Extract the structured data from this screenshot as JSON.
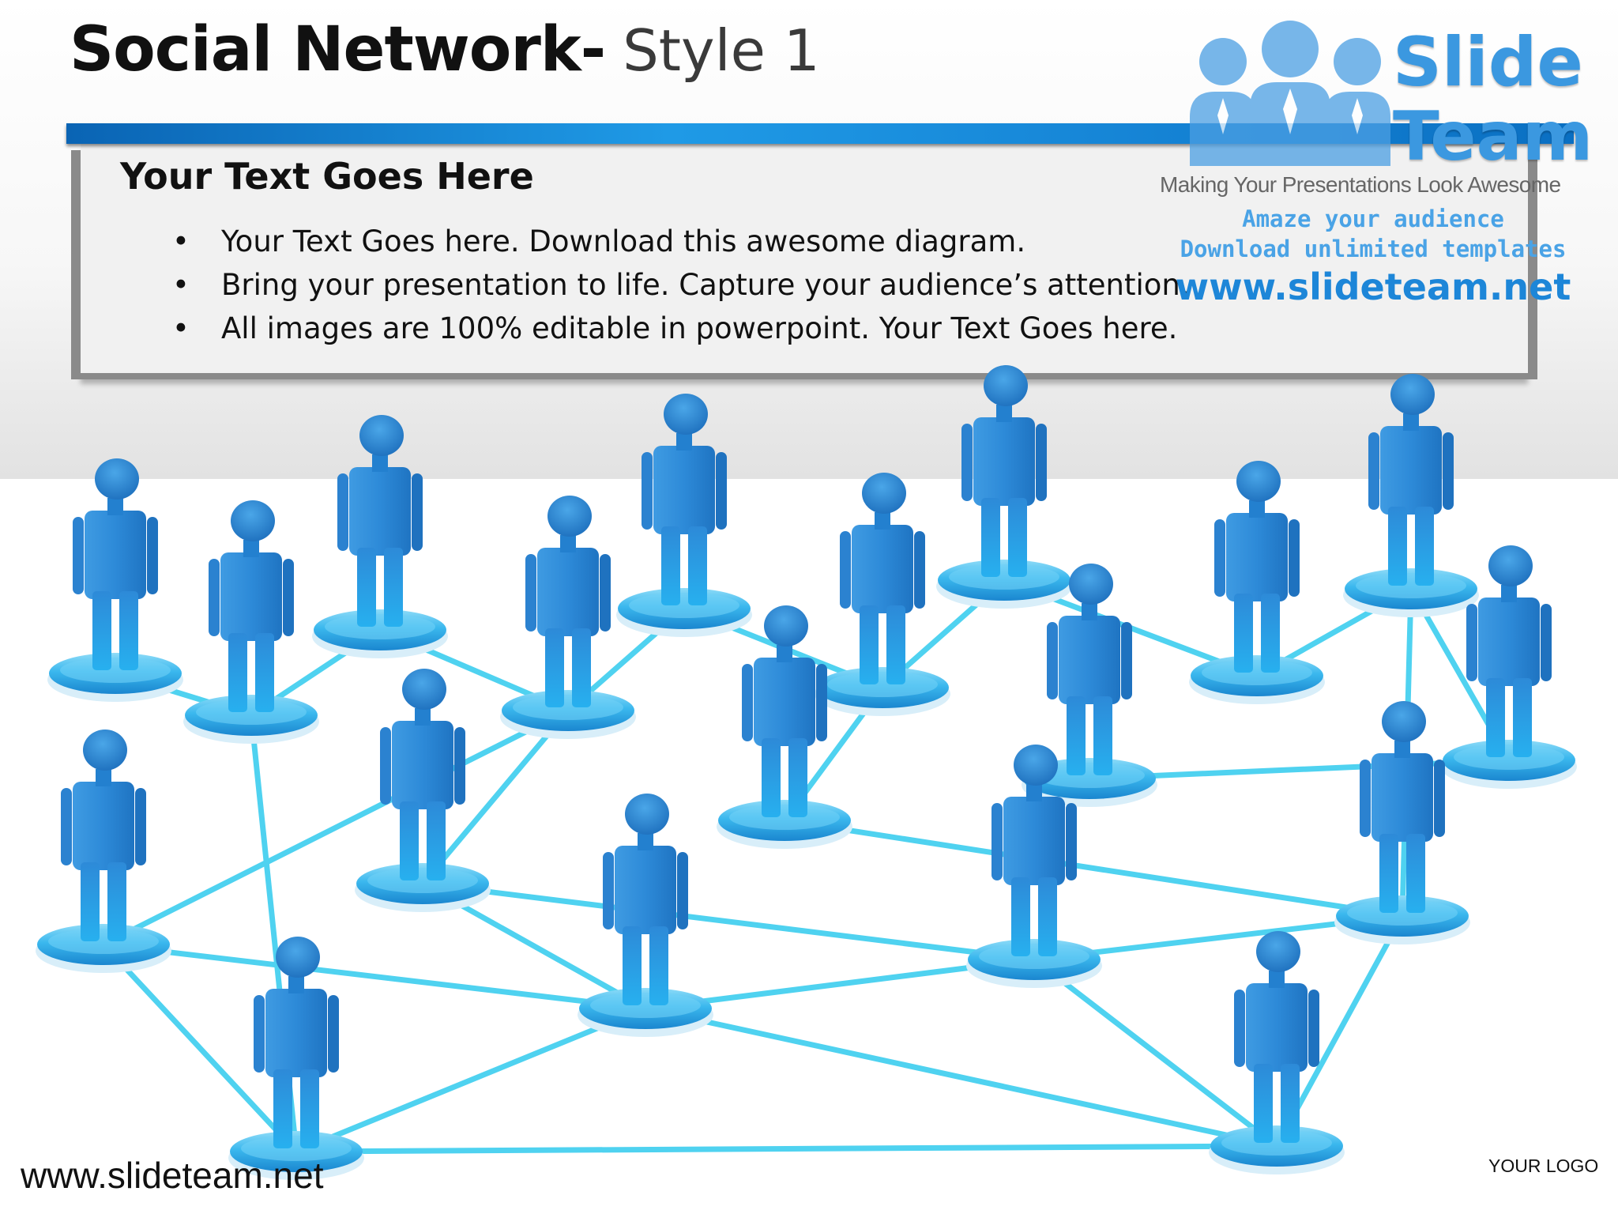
{
  "title": {
    "main": "Social Network-",
    "sub": "Style 1"
  },
  "text_box": {
    "heading": "Your Text Goes Here",
    "bullets": [
      "Your Text Goes here. Download this awesome diagram.",
      "Bring your presentation to life. Capture your audience’s attention.",
      "All images are 100% editable in powerpoint. Your Text Goes here."
    ],
    "bullet_symbol": "•"
  },
  "brand": {
    "name_line1": "Slide",
    "name_line2": "Team",
    "tagline": "Making Your Presentations Look Awesome",
    "promo_line1": "Amaze your audience",
    "promo_line2": "Download unlimited templates",
    "url": "www.slideteam.net"
  },
  "footer": {
    "url": "www.slideteam.net",
    "logo": "YOUR LOGO"
  },
  "colors": {
    "person": "#2f8fdc",
    "disc": "#38b6ef",
    "link": "#4fd2f0",
    "accent_bar": "#1685d6"
  },
  "network": {
    "person_icon": "person-icon",
    "nodes": [
      {
        "id": "n1"
      },
      {
        "id": "n2"
      },
      {
        "id": "n3"
      },
      {
        "id": "n4"
      },
      {
        "id": "n5"
      },
      {
        "id": "n6"
      },
      {
        "id": "n7"
      },
      {
        "id": "n8"
      },
      {
        "id": "n9"
      },
      {
        "id": "n10"
      },
      {
        "id": "n11"
      },
      {
        "id": "n12"
      },
      {
        "id": "n13"
      },
      {
        "id": "n14"
      },
      {
        "id": "n15"
      },
      {
        "id": "n16"
      },
      {
        "id": "n17"
      },
      {
        "id": "n18"
      },
      {
        "id": "n19"
      },
      {
        "id": "n20"
      },
      {
        "id": "n21"
      }
    ],
    "edges": [
      [
        "n1",
        "n2"
      ],
      [
        "n2",
        "n3"
      ],
      [
        "n3",
        "n4"
      ],
      [
        "n4",
        "n5"
      ],
      [
        "n5",
        "n6"
      ],
      [
        "n6",
        "n7"
      ],
      [
        "n7",
        "n8"
      ],
      [
        "n8",
        "n9"
      ],
      [
        "n9",
        "n10"
      ],
      [
        "n10",
        "n11"
      ],
      [
        "n6",
        "n12"
      ],
      [
        "n4",
        "n13"
      ],
      [
        "n2",
        "n15"
      ],
      [
        "n4",
        "n14"
      ],
      [
        "n15",
        "n14"
      ],
      [
        "n15",
        "n21"
      ],
      [
        "n21",
        "n14"
      ],
      [
        "n14",
        "n16"
      ],
      [
        "n13",
        "n16"
      ],
      [
        "n13",
        "n17"
      ],
      [
        "n16",
        "n17"
      ],
      [
        "n17",
        "n18"
      ],
      [
        "n12",
        "n18"
      ],
      [
        "n9",
        "n18"
      ],
      [
        "n18",
        "n19"
      ],
      [
        "n16",
        "n20"
      ],
      [
        "n17",
        "n20"
      ],
      [
        "n19",
        "n20"
      ],
      [
        "n21",
        "n20"
      ],
      [
        "n21",
        "n16"
      ]
    ]
  }
}
